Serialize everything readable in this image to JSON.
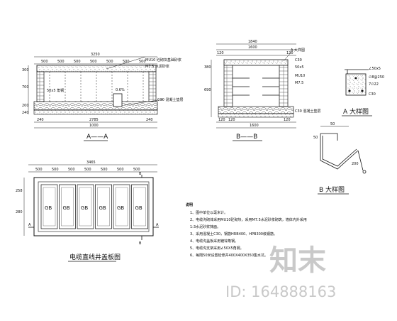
{
  "section_aa": {
    "top_dims": [
      "3250"
    ],
    "sub_dims": [
      "500",
      "500",
      "500",
      "500",
      "500",
      "500",
      "500"
    ],
    "left_dims": [
      "300",
      "700",
      "200",
      "240"
    ],
    "bottom_dims": [
      "240",
      "2785",
      "240",
      "1000"
    ],
    "annotations": [
      "MU10 砼砌块基础砂浆",
      "M7.5 水泥砂浆",
      "50x5 角钢",
      "C30 混凝土垫层",
      "0.6%"
    ],
    "title": "A——A"
  },
  "section_bb": {
    "top_dims": [
      "1840",
      "1600",
      "120",
      "120"
    ],
    "left_dims": [
      "380",
      "690"
    ],
    "bottom_dims": [
      "120",
      "120",
      "120",
      "1600"
    ],
    "annotations": [
      "A 大样图",
      "C30",
      "50x5",
      "MU10",
      "M7.5",
      "C30 混凝土垫层"
    ],
    "title": "B——B"
  },
  "detail_a": {
    "annotations": [
      "∠50x5",
      "∅8@250",
      "7∅22",
      "C30"
    ],
    "title": "A 大样图"
  },
  "detail_b": {
    "dims": [
      "50",
      "50",
      "200"
    ],
    "title": "B 大样图"
  },
  "plan": {
    "top_dims": [
      "3465"
    ],
    "sub_dims": [
      "500",
      "500",
      "500",
      "500",
      "500",
      "500",
      "500"
    ],
    "left_dims": [
      "258",
      "280"
    ],
    "labels": [
      "GB",
      "GB",
      "GB",
      "GB",
      "GB",
      "GB"
    ],
    "section_marks": [
      "A",
      "A",
      "B",
      "B"
    ],
    "title": "电缆直线井盖板图"
  },
  "notes": {
    "heading": "说明",
    "items": [
      "1、图中单位以毫米计。",
      "2、电缆沟砌体采用MU10砼砌块，采用M7.5水泥砂浆砌筑，墙体内外采用",
      "   1:3水泥砂浆抹面。",
      "3、采用混凝土C30，钢筋HRB400、HPB300级钢筋。",
      "4、电缆沟盖板采用镀锌角钢。",
      "5、电缆沟支架采用∠50X5角钢。",
      "6、每隔50米设置检修井400X400X350集水坑。"
    ]
  },
  "watermark": {
    "brand_cn": "知末",
    "id_text": "ID: 164888163"
  }
}
